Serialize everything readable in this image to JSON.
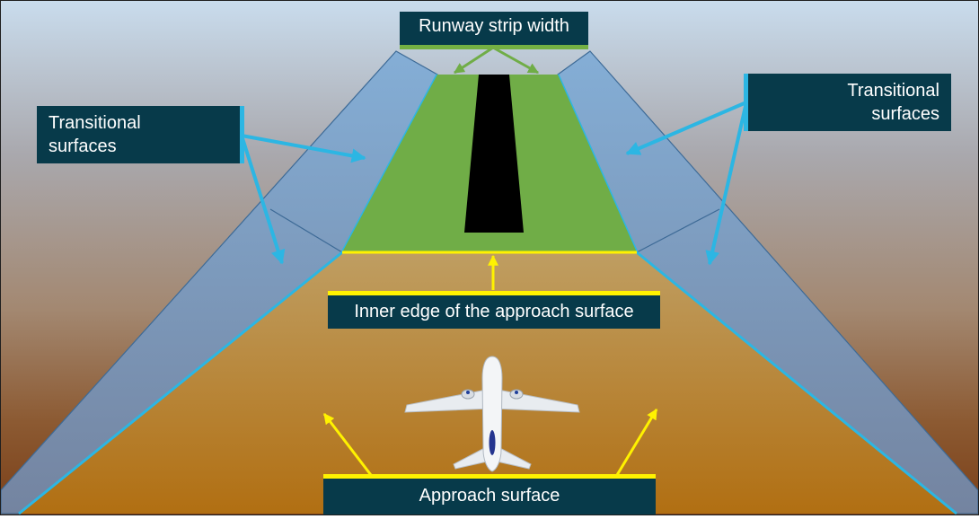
{
  "labels": {
    "runway_strip_width": "Runway strip width",
    "transitional_left_line1": "Transitional",
    "transitional_left_line2": "surfaces",
    "transitional_right_line1": "Transitional",
    "transitional_right_line2": "surfaces",
    "inner_edge": "Inner edge of the approach surface",
    "approach_surface": "Approach surface"
  },
  "colors": {
    "label_background": "#073a4a",
    "runway_strip": "#70ad47",
    "runway": "#000000",
    "transitional_surface": "#7fa1c4",
    "surface_edge": "#2cb6e3",
    "approach_ground": "#b8863a",
    "inner_edge_line": "#fff200",
    "strip_arrows": "#70ad47",
    "transitional_arrows": "#2cb6e3",
    "approach_arrows": "#fff200"
  },
  "icons": {
    "aircraft": "airplane-icon"
  }
}
